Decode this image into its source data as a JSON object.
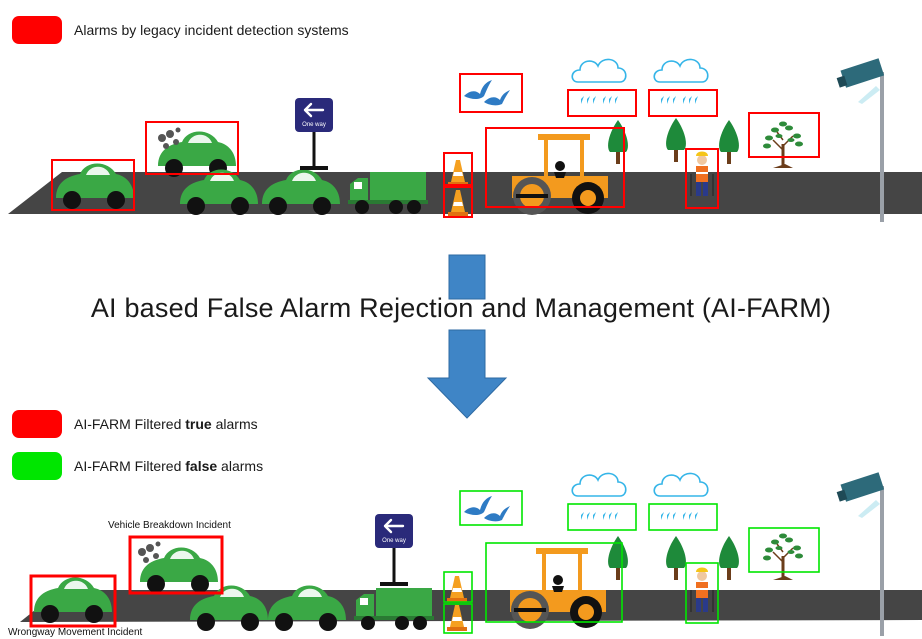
{
  "legend_top": {
    "label": "Alarms by legacy incident detection systems",
    "color": "#ff0000"
  },
  "process": {
    "title": "AI based False Alarm Rejection and Management (AI-FARM)",
    "arrow_color": "#3f85c6"
  },
  "legend_bottom": {
    "true_prefix": "AI-FARM Filtered ",
    "true_word": "true",
    "true_suffix": " alarms",
    "true_color": "#ff0000",
    "false_prefix": "AI-FARM Filtered ",
    "false_word": "false",
    "false_suffix": " alarms",
    "false_color": "#00e600"
  },
  "sign_text": "One way",
  "incidents": {
    "breakdown": "Vehicle Breakdown Incident",
    "wrongway": "Wrongway Movement Incident"
  },
  "colors": {
    "road": "#454545",
    "car": "#3aa845",
    "truck": "#3aa845",
    "roller": "#f39a1e",
    "tree": "#1e8a3a",
    "sign": "#2a2a7a",
    "cloud": "#35b5e8",
    "bird": "#2e7bc4"
  }
}
